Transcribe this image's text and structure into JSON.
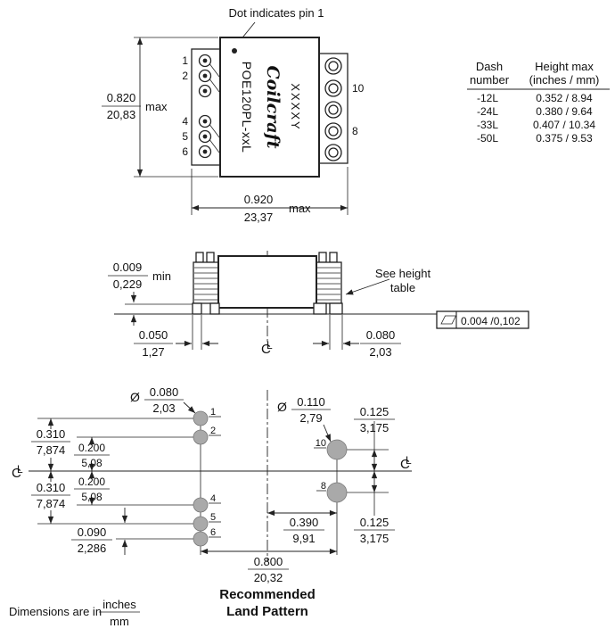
{
  "notes": {
    "dot_note": "Dot indicates pin 1",
    "see_1": "See height",
    "see_2": "table",
    "rec_1": "Recommended",
    "rec_2": "Land Pattern",
    "dim_note": "Dimensions are in",
    "unit_in": "inches",
    "unit_mm": "mm"
  },
  "marking": {
    "part": "POE120PL-xxL",
    "brand": "Coilcraft",
    "code": "XXXXY"
  },
  "pins": {
    "left": [
      "1",
      "2",
      "4",
      "5",
      "6"
    ],
    "right": [
      "10",
      "8"
    ]
  },
  "symbols": {
    "diameter": "Ø",
    "cl_c": "C",
    "cl_l": "L"
  },
  "table": {
    "h_dash_1": "Dash",
    "h_dash_2": "number",
    "h_h_1": "Height max",
    "h_h_2": "(inches / mm)",
    "rows": [
      {
        "dash": "-12L",
        "height": "0.352 / 8.94"
      },
      {
        "dash": "-24L",
        "height": "0.380 / 9.64"
      },
      {
        "dash": "-33L",
        "height": "0.407 / 10.34"
      },
      {
        "dash": "-50L",
        "height": "0.375 / 9.53"
      }
    ]
  },
  "dims": {
    "body_h_in": "0.820",
    "body_h_mm": "20,83",
    "body_h_q": "max",
    "body_w_in": "0.920",
    "body_w_mm": "23,37",
    "body_w_q": "max",
    "standoff_in": "0.009",
    "standoff_mm": "0,229",
    "standoff_q": "min",
    "flatness": "0.004 /0,102",
    "foot_l_in": "0.050",
    "foot_l_mm": "1,27",
    "foot_r_in": "0.080",
    "foot_r_mm": "2,03",
    "pad_s_in": "0.080",
    "pad_s_mm": "2,03",
    "pad_l_in": "0.110",
    "pad_l_mm": "2,79",
    "r310_in": "0.310",
    "r310_mm": "7,874",
    "r200_in": "0.200",
    "r200_mm": "5,08",
    "r090_in": "0.090",
    "r090_mm": "2,286",
    "r125_in": "0.125",
    "r125_mm": "3,175",
    "s390_in": "0.390",
    "s390_mm": "9,91",
    "s800_in": "0.800",
    "s800_mm": "20,32"
  }
}
